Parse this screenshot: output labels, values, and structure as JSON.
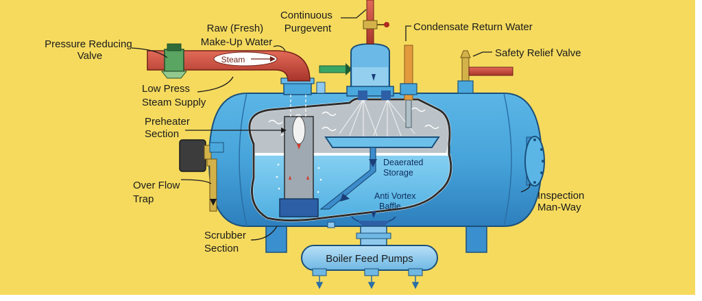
{
  "colors": {
    "background": "#f5da5e",
    "vessel": "#4aa8dc",
    "vessel_dark": "#2f86c2",
    "water": "#6ec2ec",
    "steam": "#bcc3c8",
    "pipe_red": "#c94a3c",
    "pipe_orange": "#e39a3d",
    "pump_blue": "#8ccbee",
    "green_pipe": "#3aa565"
  },
  "labels": {
    "pressure_reducing_valve": [
      "Pressure Reducing",
      "Valve"
    ],
    "raw_makeup_water": [
      "Raw (Fresh)",
      "Make-Up Water"
    ],
    "continuous_purgevent": [
      "Continuous",
      "Purgevent"
    ],
    "condensate_return_water": "Condensate Return Water",
    "safety_relief_valve": "Safety Relief Valve",
    "steam": "Steam",
    "low_press_steam_supply": [
      "Low Press",
      "Steam Supply"
    ],
    "preheater_section": [
      "Preheater",
      "Section"
    ],
    "deaerated_storage": [
      "Deaerated",
      "Storage"
    ],
    "over_flow_trap": [
      "Over Flow",
      "Trap"
    ],
    "anti_vortex_baffle": [
      "Anti Vortex",
      "Baffle"
    ],
    "inspection_man_way": [
      "Inspection",
      "Man-Way"
    ],
    "scrubber_section": [
      "Scrubber",
      "Section"
    ],
    "boiler_feed_pumps": "Boiler Feed Pumps"
  }
}
